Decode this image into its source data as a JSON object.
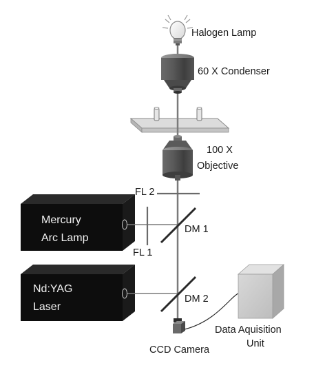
{
  "components": {
    "lamp": {
      "label": "Halogen Lamp"
    },
    "condenser": {
      "label": "60 X Condenser"
    },
    "objective": {
      "label_line1": "100 X",
      "label_line2": "Objective"
    },
    "filter2": {
      "label": "FL 2"
    },
    "filter1": {
      "label": "FL 1"
    },
    "mirror1": {
      "label": "DM 1"
    },
    "mirror2": {
      "label": "DM 2"
    },
    "mercury": {
      "label_line1": "Mercury",
      "label_line2": "Arc Lamp"
    },
    "laser": {
      "label_line1": "Nd:YAG",
      "label_line2": "Laser"
    },
    "daq": {
      "label_line1": "Data Aquisition",
      "label_line2": "Unit"
    },
    "camera": {
      "label": "CCD Camera"
    }
  },
  "colors": {
    "box_dark": "#0d0d0d",
    "metal_dark": "#4a4a4a",
    "metal_light": "#c9c9c9",
    "line": "#808080",
    "text": "#1a1a1a"
  }
}
